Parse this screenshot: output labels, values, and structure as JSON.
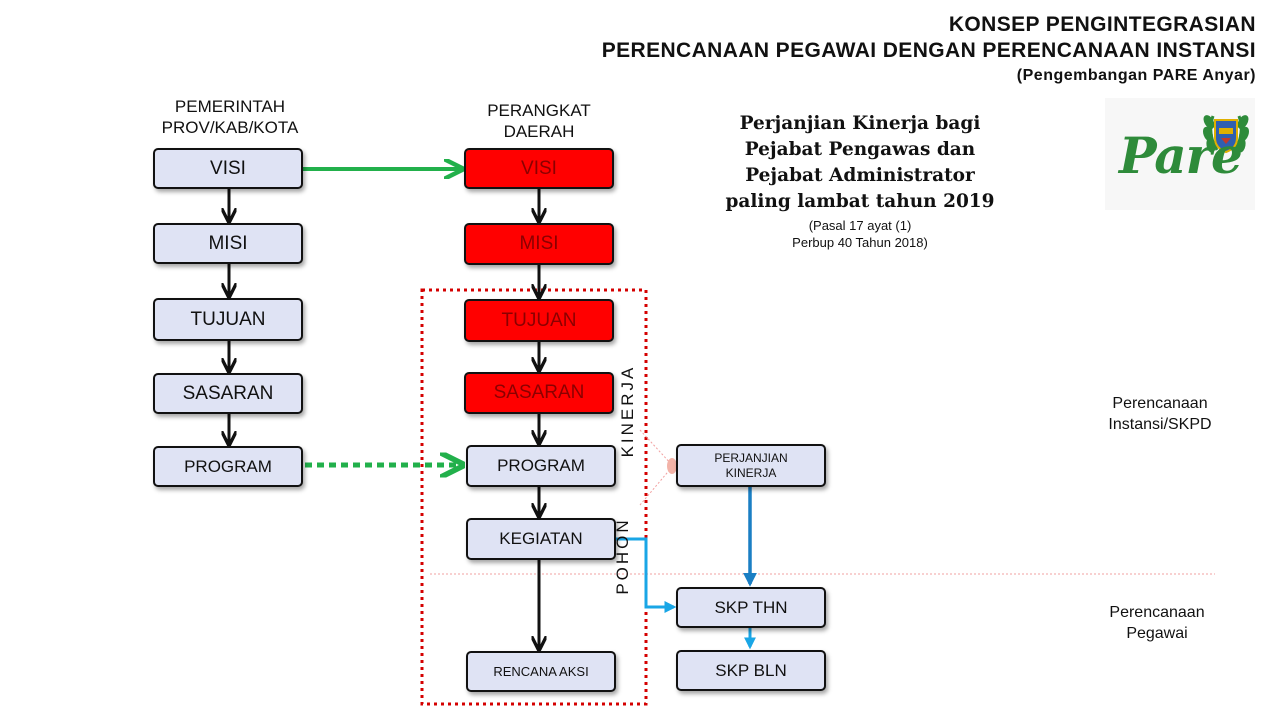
{
  "header": {
    "title_line1": "KONSEP PENGINTEGRASIAN",
    "title_line2": "PERENCANAAN PEGAWAI DENGAN PERENCANAAN INSTANSI",
    "subtitle": "(Pengembangan PARE Anyar)"
  },
  "left_column": {
    "heading_line1": "PEMERINTAH",
    "heading_line2": "PROV/KAB/KOTA",
    "boxes": [
      "VISI",
      "MISI",
      "TUJUAN",
      "SASARAN",
      "PROGRAM"
    ]
  },
  "middle_column": {
    "heading_line1": "PERANGKAT",
    "heading_line2": "DAERAH",
    "boxes": [
      "VISI",
      "MISI",
      "TUJUAN",
      "SASARAN",
      "PROGRAM",
      "KEGIATAN",
      "RENCANA AKSI"
    ]
  },
  "pohon_kinerja": {
    "word1": "POHON",
    "word2": "KINERJA"
  },
  "right_column": {
    "perjanjian_line1": "PERJANJIAN",
    "perjanjian_line2": "KINERJA",
    "skp_thn": "SKP THN",
    "skp_bln": "SKP BLN"
  },
  "note": {
    "line1": "Perjanjian Kinerja bagi",
    "line2": "Pejabat Pengawas dan",
    "line3": "Pejabat Administrator",
    "line4": "paling lambat tahun 2019",
    "ref1": "(Pasal 17 ayat (1)",
    "ref2": "Perbup 40 Tahun 2018)"
  },
  "side_labels": {
    "instansi_line1": "Perencanaan",
    "instansi_line2": "Instansi/SKPD",
    "pegawai_line1": "Perencanaan",
    "pegawai_line2": "Pegawai"
  },
  "logo": {
    "text": "Pare",
    "icon": "emblem-icon"
  },
  "colors": {
    "box_fill": "#dfe3f4",
    "highlight_red": "#ff0000",
    "green_arrow": "#22b04b",
    "blue_arrow": "#1a7fc4",
    "light_blue_arrow": "#19a6e6",
    "dotted_frame": "#d40000",
    "logo_green": "#2e8b3a"
  }
}
